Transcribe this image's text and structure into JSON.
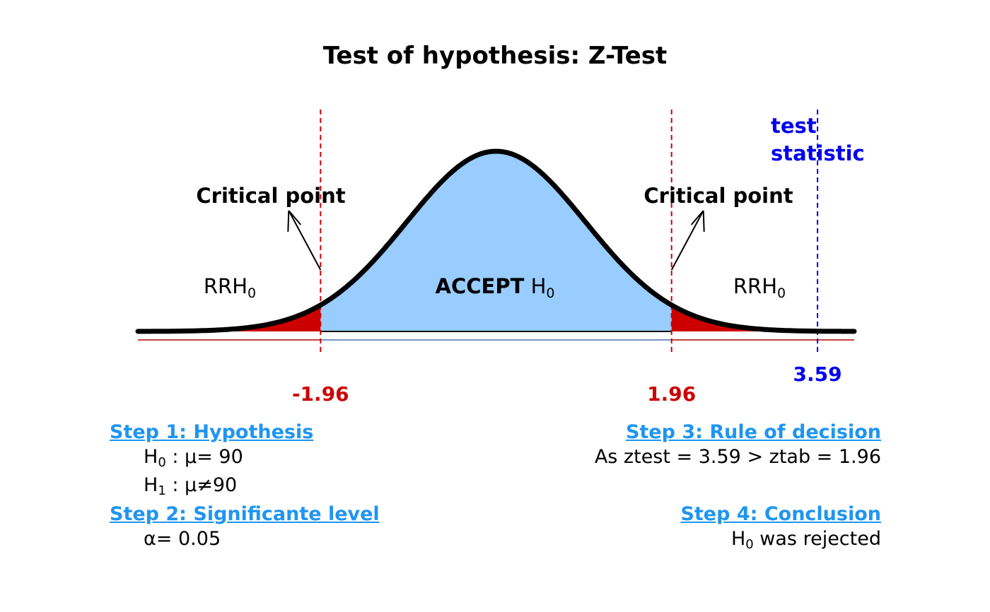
{
  "chart_data": {
    "type": "area",
    "title": "Test of hypothesis: Z-Test",
    "distribution": "standard normal",
    "x_range": [
      -4,
      4
    ],
    "critical_values": [
      -1.96,
      1.96
    ],
    "critical_labels": [
      "-1.96",
      "1.96"
    ],
    "test_statistic": 3.59,
    "test_statistic_label": "3.59",
    "annotations": {
      "critical_point": "Critical point",
      "rejection_region": "RRH",
      "rejection_sub": "0",
      "accept_bold": "ACCEPT",
      "accept_rest": "H",
      "accept_sub": "0",
      "test_statistic_line1": "test",
      "test_statistic_line2": "statistic"
    },
    "colors": {
      "accept_fill": "#99ccff",
      "reject_fill": "#cc0000",
      "critical_line": "#cc0000",
      "test_statistic": "#0000ee",
      "curve": "#000000",
      "step_title": "#1f95f0"
    }
  },
  "steps": {
    "step1": {
      "title": "Step 1: Hypothesis",
      "h0_label": "H",
      "h0_sub": "0",
      "h0_text": " :  μ= 90",
      "h1_label": "H",
      "h1_sub": "1",
      "h1_text": " :  μ≠90"
    },
    "step2": {
      "title": "Step 2: Significante level",
      "alpha": "α= 0.05"
    },
    "step3": {
      "title": "Step 3: Rule of decision",
      "text": "As ztest =   3.59  > ztab = 1.96"
    },
    "step4": {
      "title": "Step 4: Conclusion",
      "h_label": "H",
      "h_sub": "0",
      "text": " was rejected"
    }
  }
}
